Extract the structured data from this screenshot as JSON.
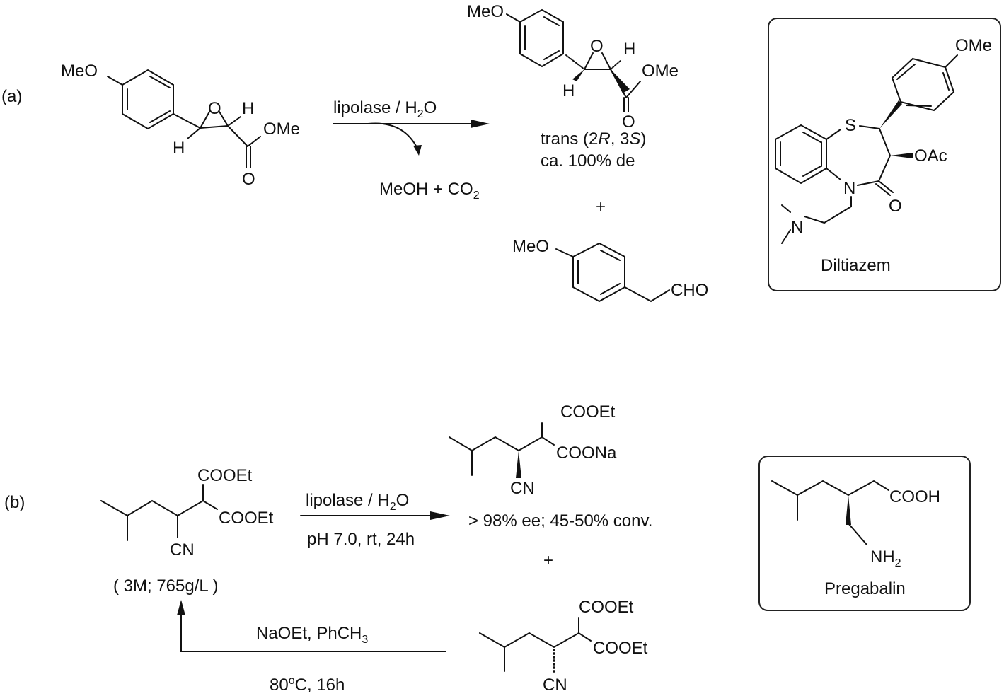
{
  "scheme": {
    "part_a": {
      "label": "(a)",
      "substrate": {
        "groups": {
          "methoxy": "MeO",
          "epoxide_o": "O",
          "h1": "H",
          "h2": "H",
          "ester": "OMe",
          "carbonyl_o": "O"
        }
      },
      "reagent": "lipolase / H",
      "reagent_sub": "2",
      "reagent_tail": "O",
      "byproduct": "MeOH + CO",
      "byproduct_sub": "2",
      "product": {
        "groups": {
          "methoxy": "MeO",
          "epoxide_o": "O",
          "h1": "H",
          "h2": "H",
          "ester": "OMe",
          "carbonyl_o": "O"
        },
        "stereo_prefix": "trans (2",
        "stereo_r": "R",
        "stereo_mid": ", 3",
        "stereo_s": "S",
        "stereo_suffix": ")",
        "de": "ca. 100% de"
      },
      "plus": "+",
      "side_product": {
        "groups": {
          "methoxy": "MeO",
          "aldehyde": "CHO"
        }
      },
      "target": {
        "name": "Diltiazem",
        "groups": {
          "methoxy": "OMe",
          "sulfur": "S",
          "acetate": "OAc",
          "amide_n": "N",
          "carbonyl_o": "O",
          "amine_n": "N"
        }
      }
    },
    "part_b": {
      "label": "(b)",
      "substrate": {
        "groups": {
          "ester1": "COOEt",
          "ester2": "COOEt",
          "nitrile": "CN"
        },
        "concentration": "( 3M; 765g/L )"
      },
      "reagent": "lipolase / H",
      "reagent_sub": "2",
      "reagent_tail": "O",
      "conditions": "pH 7.0, rt, 24h",
      "product": {
        "groups": {
          "ester": "COOEt",
          "salt": "COONa",
          "nitrile": "CN"
        },
        "result": "> 98% ee; 45-50% conv."
      },
      "plus": "+",
      "unreacted": {
        "groups": {
          "ester1": "COOEt",
          "ester2": "COOEt",
          "nitrile": "CN"
        }
      },
      "recycle_reagent": "NaOEt, PhCH",
      "recycle_reagent_sub": "3",
      "recycle_conditions_pre": "80",
      "recycle_conditions_sup": "o",
      "recycle_conditions_post": "C, 16h",
      "target": {
        "name": "Pregabalin",
        "groups": {
          "acid": "COOH",
          "amine": "NH",
          "amine_sub": "2"
        }
      }
    }
  }
}
